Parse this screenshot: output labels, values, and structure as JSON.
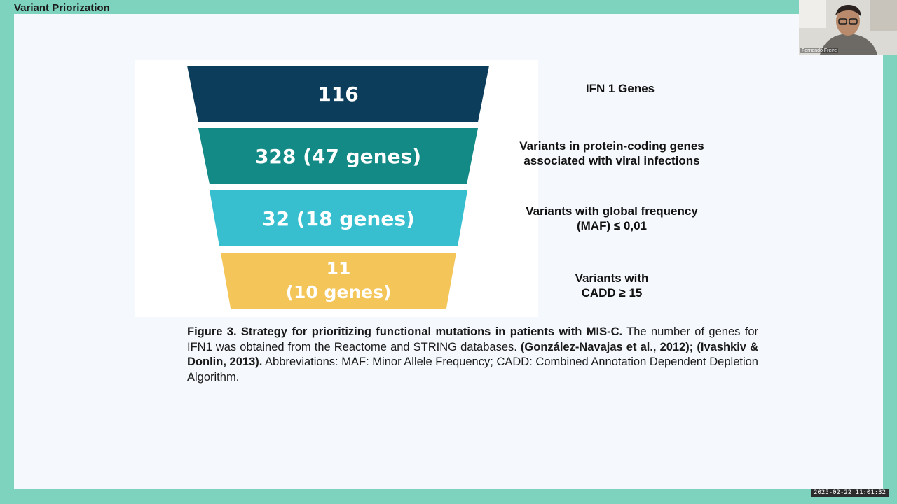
{
  "header": {
    "title": "Variant Priorization"
  },
  "funnel": [
    {
      "value": "116",
      "label_lines": [
        "IFN 1 Genes"
      ]
    },
    {
      "value": "328 (47 genes)",
      "label_lines": [
        "Variants in protein-coding genes",
        "associated with viral infections"
      ]
    },
    {
      "value": "32 (18 genes)",
      "label_lines": [
        "Variants with global frequency",
        "(MAF) ≤ 0,01"
      ]
    },
    {
      "value_lines": [
        "11",
        "(10 genes)"
      ],
      "label_lines": [
        "Variants with",
        "CADD ≥ 15"
      ]
    }
  ],
  "caption": {
    "bold_1": "Figure 3. Strategy for prioritizing functional mutations in patients with MIS-C.",
    "text_1": " The number of genes for IFN1 was obtained from the Reactome and STRING databases. ",
    "bold_2": "(González-Navajas et al., 2012); (Ivashkiv & Donlin, 2013).",
    "text_2": " Abbreviations: MAF: Minor Allele Frequency; CADD: Combined Annotation Dependent Depletion Algorithm."
  },
  "webcam": {
    "name": "Fernando Freire"
  },
  "timestamp": "2025-02-22 11:01:32",
  "colors": {
    "stage_1": "#0c3e5b",
    "stage_2": "#138a86",
    "stage_3": "#37bfd0",
    "stage_4": "#f4c65a",
    "frame": "#7ed3bf"
  }
}
